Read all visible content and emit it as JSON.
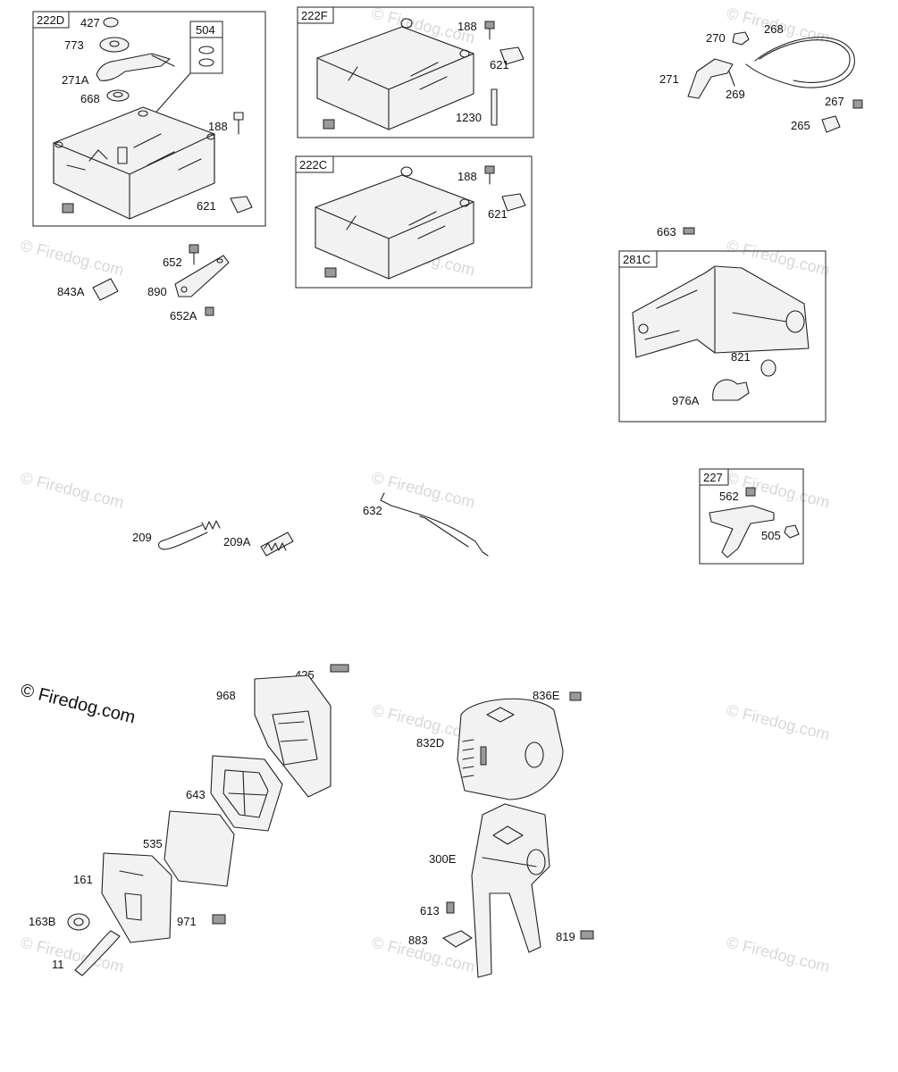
{
  "watermark": {
    "main": "© Firedog.com",
    "repeated": "© Firedog.com"
  },
  "boxes": {
    "b222d": "222D",
    "b504": "504",
    "b222f": "222F",
    "b222c": "222C",
    "b281c": "281C",
    "b227": "227"
  },
  "labels": {
    "l427": "427",
    "l773": "773",
    "l271a": "271A",
    "l668": "668",
    "l188a": "188",
    "l621a": "621",
    "l652": "652",
    "l843a": "843A",
    "l890": "890",
    "l652a": "652A",
    "l188b": "188",
    "l621b": "621",
    "l1230": "1230",
    "l188c": "188",
    "l621c": "621",
    "l270": "270",
    "l268": "268",
    "l271": "271",
    "l269": "269",
    "l267": "267",
    "l265": "265",
    "l663": "663",
    "l821": "821",
    "l976a": "976A",
    "l209": "209",
    "l209a": "209A",
    "l632": "632",
    "l562": "562",
    "l505": "505",
    "l425": "425",
    "l968": "968",
    "l643": "643",
    "l535": "535",
    "l161": "161",
    "l163b": "163B",
    "l971": "971",
    "l11": "11",
    "l836e": "836E",
    "l832d": "832D",
    "l300e": "300E",
    "l613": "613",
    "l883": "883",
    "l819": "819"
  }
}
